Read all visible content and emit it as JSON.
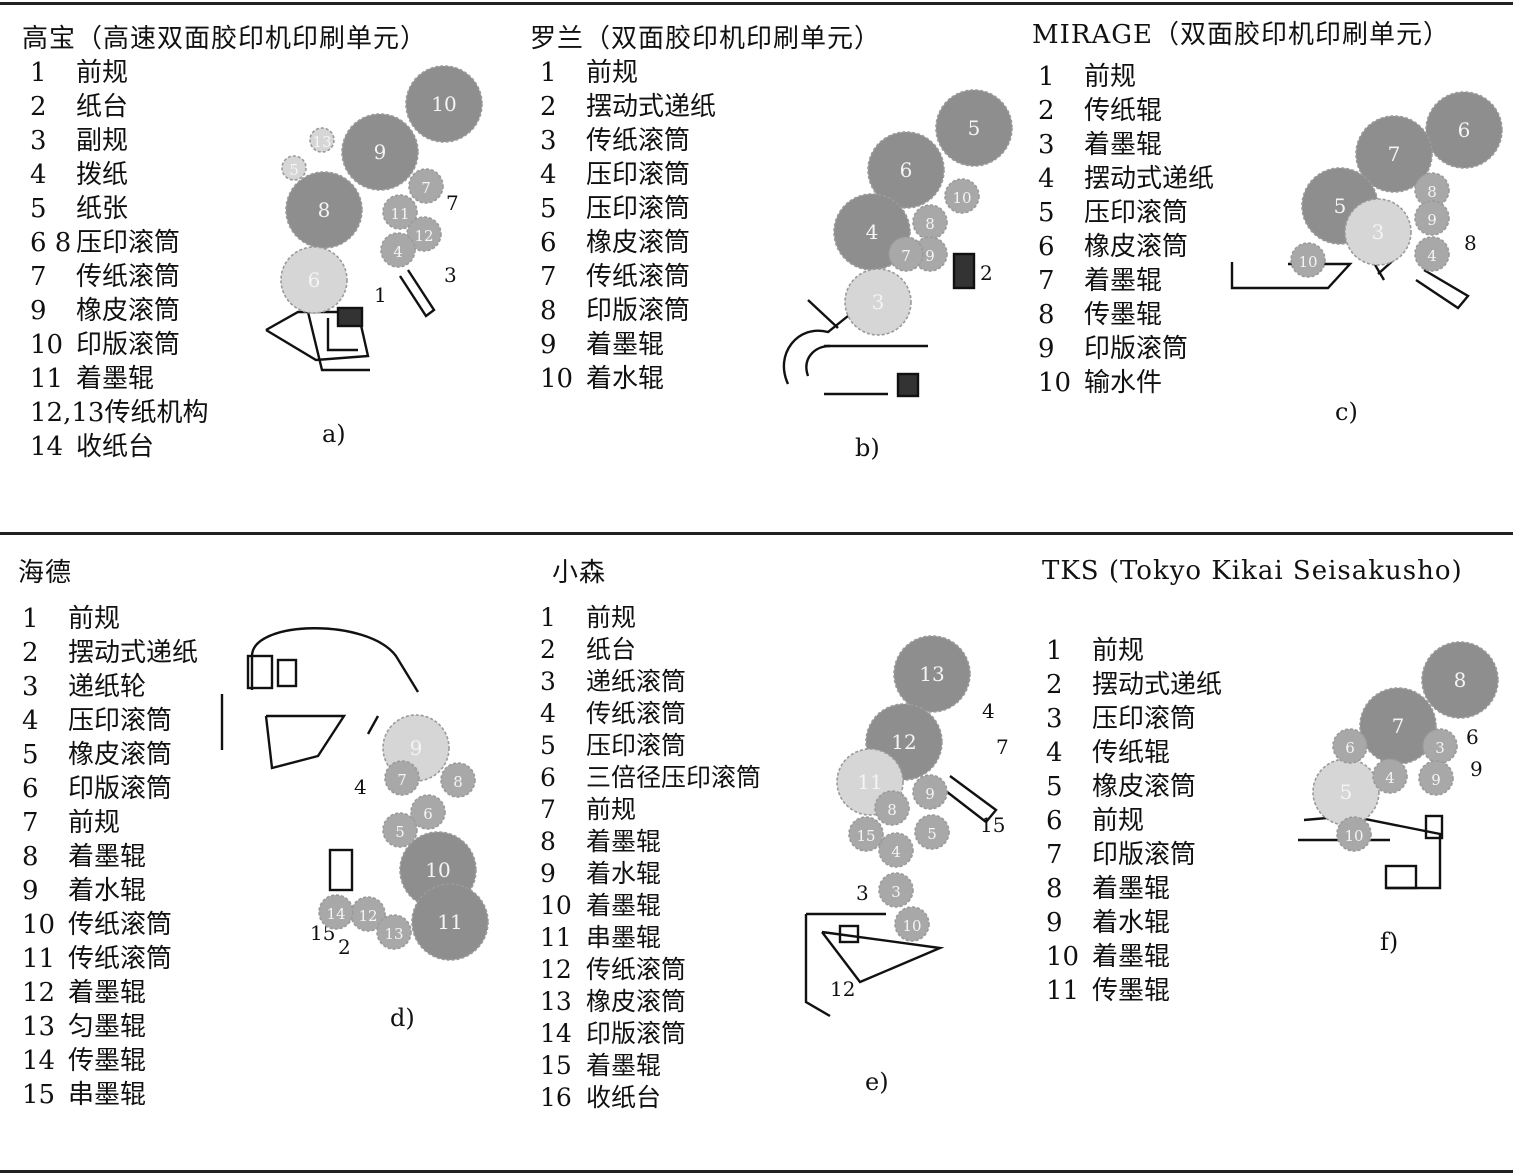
{
  "panels": [
    {
      "id": "a",
      "title": "高宝（高速双面胶印机印刷单元）",
      "caption": "a)",
      "items": [
        {
          "n": "1",
          "t": "前规"
        },
        {
          "n": "2",
          "t": "纸台"
        },
        {
          "n": "3",
          "t": "副规"
        },
        {
          "n": "4",
          "t": "拨纸"
        },
        {
          "n": "5",
          "t": "纸张"
        },
        {
          "n": "6 8",
          "t": "压印滚筒"
        },
        {
          "n": "7",
          "t": "传纸滚筒"
        },
        {
          "n": "9",
          "t": "橡皮滚筒"
        },
        {
          "n": "10",
          "t": "印版滚筒"
        },
        {
          "n": "11",
          "t": "着墨辊"
        },
        {
          "n": "12,13",
          "t": "传纸机构"
        },
        {
          "n": "14",
          "t": "收纸台"
        }
      ]
    },
    {
      "id": "b",
      "title": "罗兰（双面胶印机印刷单元）",
      "caption": "b)",
      "items": [
        {
          "n": "1",
          "t": "前规"
        },
        {
          "n": "2",
          "t": "摆动式递纸"
        },
        {
          "n": "3",
          "t": "传纸滚筒"
        },
        {
          "n": "4",
          "t": "压印滚筒"
        },
        {
          "n": "5",
          "t": "压印滚筒"
        },
        {
          "n": "6",
          "t": "橡皮滚筒"
        },
        {
          "n": "7",
          "t": "传纸滚筒"
        },
        {
          "n": "8",
          "t": "印版滚筒"
        },
        {
          "n": "9",
          "t": "着墨辊"
        },
        {
          "n": "10",
          "t": "着水辊"
        }
      ]
    },
    {
      "id": "c",
      "title": "MIRAGE（双面胶印机印刷单元）",
      "caption": "c)",
      "items": [
        {
          "n": "1",
          "t": "前规"
        },
        {
          "n": "2",
          "t": "传纸辊"
        },
        {
          "n": "3",
          "t": "着墨辊"
        },
        {
          "n": "4",
          "t": "摆动式递纸"
        },
        {
          "n": "5",
          "t": "压印滚筒"
        },
        {
          "n": "6",
          "t": "橡皮滚筒"
        },
        {
          "n": "7",
          "t": "着墨辊"
        },
        {
          "n": "8",
          "t": "传墨辊"
        },
        {
          "n": "9",
          "t": "印版滚筒"
        },
        {
          "n": "10",
          "t": "输水件"
        }
      ]
    },
    {
      "id": "d",
      "title": "海德",
      "caption": "d)",
      "items": [
        {
          "n": "1",
          "t": "前规"
        },
        {
          "n": "2",
          "t": "摆动式递纸"
        },
        {
          "n": "3",
          "t": "递纸轮"
        },
        {
          "n": "4",
          "t": "压印滚筒"
        },
        {
          "n": "5",
          "t": "橡皮滚筒"
        },
        {
          "n": "6",
          "t": "印版滚筒"
        },
        {
          "n": "7",
          "t": "前规"
        },
        {
          "n": "8",
          "t": "着墨辊"
        },
        {
          "n": "9",
          "t": "着水辊"
        },
        {
          "n": "10",
          "t": "传纸滚筒"
        },
        {
          "n": "11",
          "t": "传纸滚筒"
        },
        {
          "n": "12",
          "t": "着墨辊"
        },
        {
          "n": "13",
          "t": "匀墨辊"
        },
        {
          "n": "14",
          "t": "传墨辊"
        },
        {
          "n": "15",
          "t": "串墨辊"
        }
      ]
    },
    {
      "id": "e",
      "title": "小森",
      "caption": "e)",
      "items": [
        {
          "n": "1",
          "t": "前规"
        },
        {
          "n": "2",
          "t": "纸台"
        },
        {
          "n": "3",
          "t": "递纸滚筒"
        },
        {
          "n": "4",
          "t": "传纸滚筒"
        },
        {
          "n": "5",
          "t": "压印滚筒"
        },
        {
          "n": "6",
          "t": "三倍径压印滚筒"
        },
        {
          "n": "7",
          "t": "前规"
        },
        {
          "n": "8",
          "t": "着墨辊"
        },
        {
          "n": "9",
          "t": "着水辊"
        },
        {
          "n": "10",
          "t": "着墨辊"
        },
        {
          "n": "11",
          "t": "串墨辊"
        },
        {
          "n": "12",
          "t": "传纸滚筒"
        },
        {
          "n": "13",
          "t": "橡皮滚筒"
        },
        {
          "n": "14",
          "t": "印版滚筒"
        },
        {
          "n": "15",
          "t": "着墨辊"
        },
        {
          "n": "16",
          "t": "收纸台"
        }
      ]
    },
    {
      "id": "f",
      "title": "TKS (Tokyo Kikai Seisakusho)",
      "caption": "f)",
      "items": [
        {
          "n": "1",
          "t": "前规"
        },
        {
          "n": "2",
          "t": "摆动式递纸"
        },
        {
          "n": "3",
          "t": "压印滚筒"
        },
        {
          "n": "4",
          "t": "传纸辊"
        },
        {
          "n": "5",
          "t": "橡皮滚筒"
        },
        {
          "n": "6",
          "t": "前规"
        },
        {
          "n": "7",
          "t": "印版滚筒"
        },
        {
          "n": "8",
          "t": "着墨辊"
        },
        {
          "n": "9",
          "t": "着水辊"
        },
        {
          "n": "10",
          "t": "着墨辊"
        },
        {
          "n": "11",
          "t": "传墨辊"
        }
      ]
    }
  ],
  "diagrams": {
    "a": [
      {
        "r": "lg",
        "lbl": "10"
      },
      {
        "r": "lg",
        "lbl": "9"
      },
      {
        "r": "lg",
        "lbl": "8"
      },
      {
        "r": "md",
        "lbl": "6"
      },
      {
        "r": "sm",
        "lbl": "7"
      },
      {
        "r": "sm",
        "lbl": "11"
      },
      {
        "r": "sm",
        "lbl": "12"
      },
      {
        "r": "sm",
        "lbl": "4"
      },
      {
        "r": "xs",
        "lbl": "13"
      },
      {
        "r": "xs",
        "lbl": "5"
      }
    ],
    "b": [
      {
        "r": "lg",
        "lbl": "5"
      },
      {
        "r": "lg",
        "lbl": "6"
      },
      {
        "r": "lg",
        "lbl": "4"
      },
      {
        "r": "md",
        "lbl": "3"
      },
      {
        "r": "sm",
        "lbl": "10"
      },
      {
        "r": "sm",
        "lbl": "8"
      },
      {
        "r": "sm",
        "lbl": "9"
      },
      {
        "r": "sm",
        "lbl": "7"
      }
    ],
    "c": [
      {
        "r": "lg",
        "lbl": "6"
      },
      {
        "r": "lg",
        "lbl": "7"
      },
      {
        "r": "lg",
        "lbl": "5"
      },
      {
        "r": "md",
        "lbl": "3"
      },
      {
        "r": "sm",
        "lbl": "8"
      },
      {
        "r": "sm",
        "lbl": "9"
      },
      {
        "r": "sm",
        "lbl": "4"
      },
      {
        "r": "sm",
        "lbl": "10"
      }
    ],
    "d": [
      {
        "r": "lg",
        "lbl": "10"
      },
      {
        "r": "lg",
        "lbl": "11"
      },
      {
        "r": "md",
        "lbl": "9"
      },
      {
        "r": "sm",
        "lbl": "7"
      },
      {
        "r": "sm",
        "lbl": "8"
      },
      {
        "r": "sm",
        "lbl": "6"
      },
      {
        "r": "sm",
        "lbl": "5"
      },
      {
        "r": "sm",
        "lbl": "12"
      },
      {
        "r": "sm",
        "lbl": "13"
      },
      {
        "r": "sm",
        "lbl": "14"
      }
    ],
    "e": [
      {
        "r": "lg",
        "lbl": "13"
      },
      {
        "r": "lg",
        "lbl": "12"
      },
      {
        "r": "md",
        "lbl": "11"
      },
      {
        "r": "sm",
        "lbl": "9"
      },
      {
        "r": "sm",
        "lbl": "8"
      },
      {
        "r": "sm",
        "lbl": "5"
      },
      {
        "r": "sm",
        "lbl": "4"
      },
      {
        "r": "sm",
        "lbl": "3"
      },
      {
        "r": "sm",
        "lbl": "10"
      },
      {
        "r": "sm",
        "lbl": "15"
      }
    ],
    "f": [
      {
        "r": "lg",
        "lbl": "8"
      },
      {
        "r": "lg",
        "lbl": "7"
      },
      {
        "r": "md",
        "lbl": "5"
      },
      {
        "r": "sm",
        "lbl": "6"
      },
      {
        "r": "sm",
        "lbl": "4"
      },
      {
        "r": "sm",
        "lbl": "3"
      },
      {
        "r": "sm",
        "lbl": "9"
      },
      {
        "r": "sm",
        "lbl": "10"
      }
    ]
  },
  "colors": {
    "dark": "#8e8e8e",
    "mid": "#a8a8a8",
    "light": "#d6d6d6",
    "line": "#111111"
  }
}
